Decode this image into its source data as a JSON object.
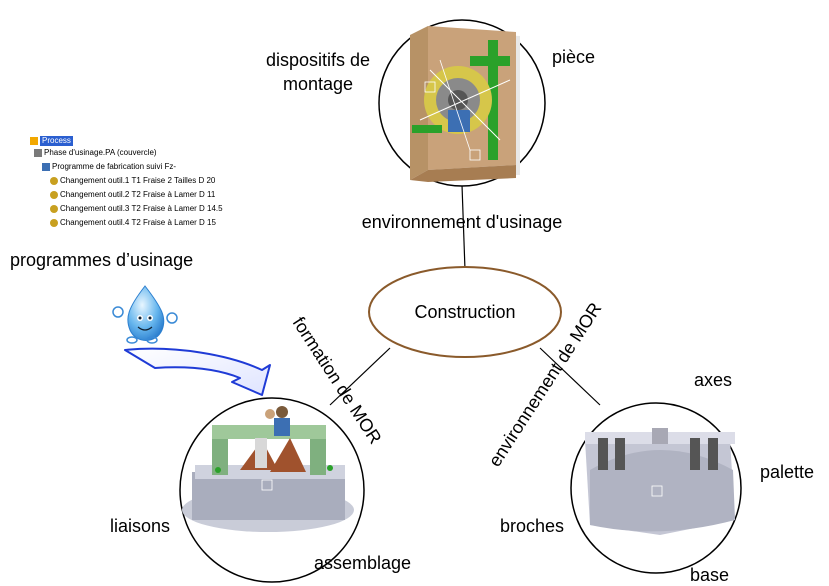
{
  "diagram": {
    "center": "Construction",
    "edges": {
      "top": "environnement d'usinage",
      "left": "formation de MOR",
      "right": "environnement de MOR"
    },
    "top_circle": {
      "left_label": "dispositifs de\nmontage",
      "right_label": "pièce"
    },
    "left_circle": {
      "left_label": "liaisons",
      "bottom_label": "assemblage"
    },
    "right_circle": {
      "top_label": "axes",
      "right_label": "palette",
      "left_label": "broches",
      "bottom_label": "base"
    },
    "programs_label": "programmes d’usinage",
    "tree": {
      "root": "Process",
      "phase": "Phase d'usinage.PA (couvercle)",
      "program": "Programme de fabrication suivi Fz-",
      "items": [
        "Changement outil.1  T1 Fraise 2 Tailles D 20",
        "Changement outil.2  T2 Fraise à Lamer D 11",
        "Changement outil.3  T2 Fraise à Lamer D 14.5",
        "Changement outil.4  T2 Fraise à Lamer D 15"
      ]
    }
  },
  "colors": {
    "center_ellipse": "#8a5a2b",
    "arrow_blue": "#1f3bd6",
    "fixture_green": "#7fb07f",
    "part_grey": "#b8b8c8",
    "cad_brown": "#c9a27a"
  }
}
